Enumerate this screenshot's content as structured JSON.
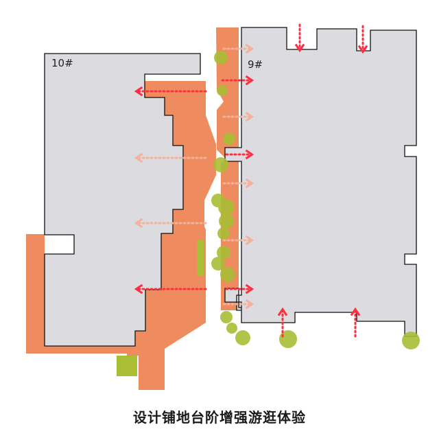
{
  "buildings": {
    "left_label": "10#",
    "right_label": "9#"
  },
  "caption": "设计铺地台阶增强游逛体验",
  "colors": {
    "building_fill": "#dcdbe0",
    "paving": "#ef8c5f",
    "green": "#a9bd35",
    "arrow_strong": "#ff2e3f",
    "arrow_soft": "#f4b29c"
  }
}
